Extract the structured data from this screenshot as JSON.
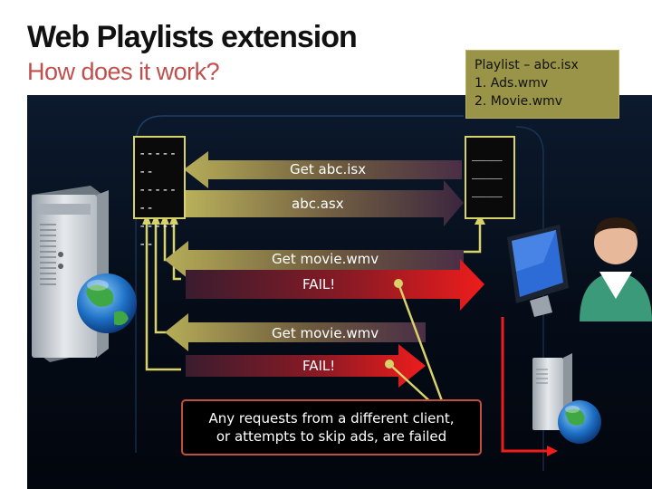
{
  "slide": {
    "title": "Web Playlists extension",
    "subtitle": "How does it work?"
  },
  "playlist": {
    "lines": [
      "Playlist – abc.isx",
      "1. Ads.wmv",
      "2. Movie.wmv"
    ]
  },
  "server_doc": {
    "lines": [
      "-------",
      "-------",
      "-------"
    ]
  },
  "client_doc": {
    "lines": [
      "____",
      "____",
      "____"
    ]
  },
  "arrows": {
    "get_abc": "Get abc.isx",
    "abc_asx": "abc.asx",
    "get_movie_1": "Get movie.wmv",
    "fail_1": "FAIL!",
    "get_movie_2": "Get movie.wmv",
    "fail_2": "FAIL!"
  },
  "note": {
    "lines": [
      "Any requests from a different client,",
      "or attempts to skip ads, are failed"
    ]
  },
  "colors": {
    "title": "#111111",
    "subtitle": "#c0504d",
    "connector": "#d8d26a",
    "fail": "#e02020",
    "playlist_box": "#9a9448",
    "stage": "#0c1a2e"
  },
  "icons": [
    "server-icon",
    "globe-icon",
    "user-icon",
    "monitor-icon"
  ]
}
